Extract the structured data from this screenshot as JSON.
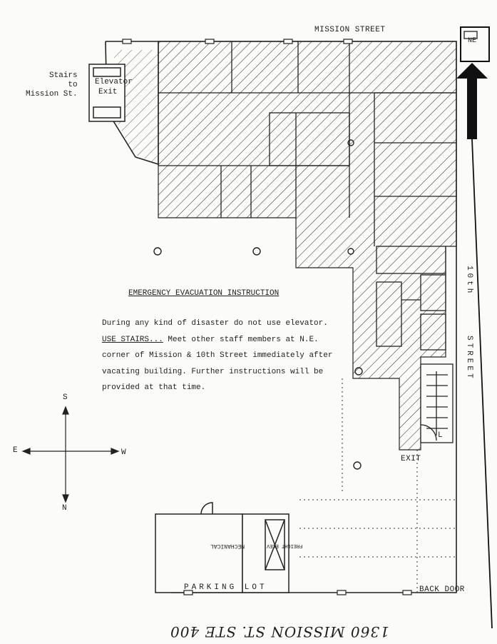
{
  "plan": {
    "street_top": "MISSION STREET",
    "street_right_1": "10th",
    "street_right_2": "STREET",
    "parking": "PARKING  LOT",
    "back_door": "BACK DOOR",
    "exit": "EXIT",
    "elevator": "Elevator",
    "elevator_exit": "Exit",
    "stairs_note": [
      "Stairs",
      "to",
      "Mission St."
    ],
    "mechanical": "MECHANICAL",
    "freight_elev": "FREIGHT ELEV",
    "stair_letter": "L",
    "ne_label": "NE",
    "handwritten": "1360 MISSION ST. STE 400"
  },
  "compass": {
    "south": "S",
    "north": "N",
    "east": "E",
    "west": "W"
  },
  "instructions": {
    "title": "EMERGENCY EVACUATION INSTRUCTION",
    "line1": "During any kind of disaster do not use elevator.",
    "use_stairs": "USE STAIRS...",
    "line2_rest": "  Meet other staff members at N.E.",
    "line3": "corner of Mission & 10th Street immediately after",
    "line4": "vacating building.  Further instructions will be",
    "line5": "provided at that time."
  }
}
